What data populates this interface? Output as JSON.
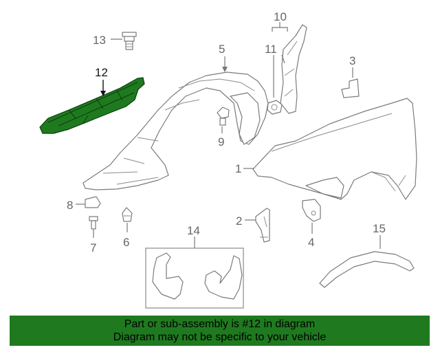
{
  "callouts": {
    "c1": "1",
    "c2": "2",
    "c3": "3",
    "c4": "4",
    "c5": "5",
    "c6": "6",
    "c7": "7",
    "c8": "8",
    "c9": "9",
    "c10": "10",
    "c11": "11",
    "c12": "12",
    "c13": "13",
    "c14": "14",
    "c15": "15"
  },
  "highlight": {
    "part_number": "12",
    "color": "#1f7a1f"
  },
  "banner": {
    "line1": "Part or sub-assembly is #12 in diagram",
    "line2": "Diagram may not be specific to your vehicle",
    "background": "#1f7a1f"
  }
}
